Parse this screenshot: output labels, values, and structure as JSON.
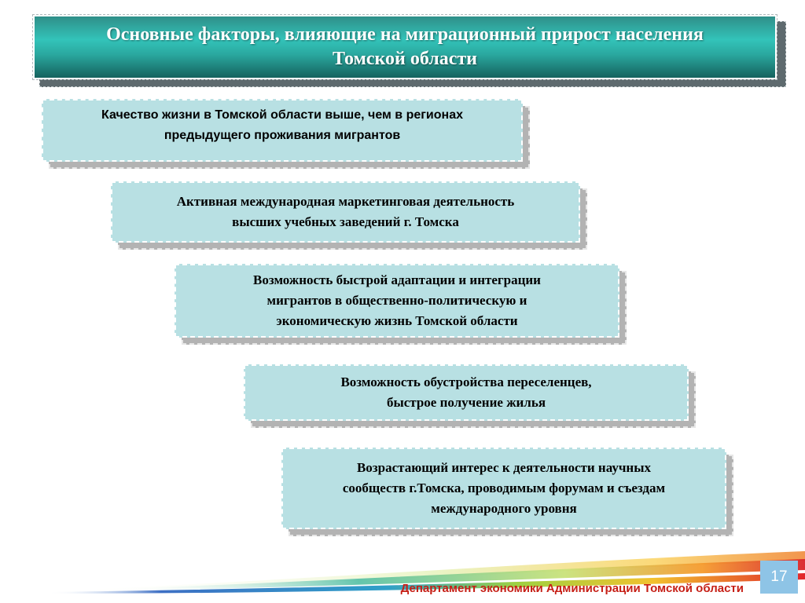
{
  "title": {
    "line1": "Основные факторы, влияющие на миграционный прирост населения",
    "line2": "Томской области"
  },
  "factors": [
    {
      "lines": [
        "Качество жизни в Томской области выше, чем в регионах",
        "предыдущего проживания мигрантов"
      ]
    },
    {
      "lines": [
        "Активная международная маркетинговая деятельность",
        "высших учебных заведений г. Томска"
      ]
    },
    {
      "lines": [
        "Возможность быстрой адаптации и интеграции",
        "мигрантов в общественно-политическую и",
        "экономическую жизнь Томской области"
      ]
    },
    {
      "lines": [
        "Возможность обустройства переселенцев,",
        "быстрое получение жилья"
      ]
    },
    {
      "lines": [
        "Возрастающий интерес к деятельности научных",
        "сообществ г.Томска, проводимым форумам и съездам",
        "международного уровня"
      ]
    }
  ],
  "footer": {
    "department": "Департамент экономики Администрации Томской области",
    "page_number": "17"
  },
  "colors": {
    "title_teal": "#2aa89f",
    "box_fill": "#b8e0e3",
    "footer_red": "#c61f16",
    "page_badge": "#8ec4e6"
  }
}
